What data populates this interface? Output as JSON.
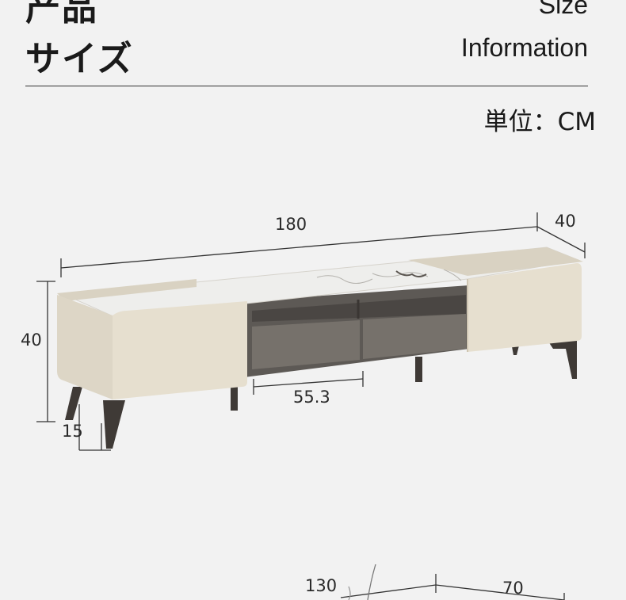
{
  "header": {
    "title_line1": "产品",
    "title_line2": "サイズ",
    "en_line1": "Size",
    "en_line2": "Information"
  },
  "unit_label": "単位：CM",
  "dimensions": {
    "width": "180",
    "depth": "40",
    "height": "40",
    "leg_height": "15",
    "drawer_width": "55.3"
  },
  "next_item_dimensions": {
    "width": "130",
    "depth": "70"
  },
  "colors": {
    "background": "#f2f2f2",
    "cabinet_body": "#e6dfcf",
    "cabinet_shade": "#cfc6b3",
    "marble_top": "#eeeeec",
    "drawer": "#76716b",
    "frame_dark": "#5d5955",
    "leg": "#3f3a36"
  }
}
